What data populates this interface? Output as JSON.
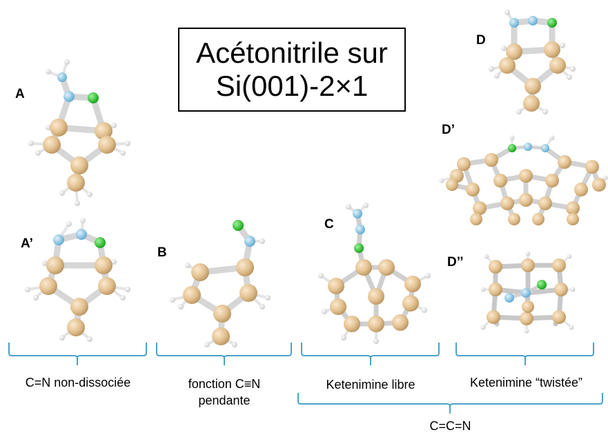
{
  "title": {
    "line1": "Acétonitrile sur",
    "line2": "Si(001)-2×1"
  },
  "labels": {
    "A": "A",
    "A_prime": "A’",
    "B": "B",
    "C": "C",
    "D": "D",
    "D_prime": "D’",
    "D_dprime": "D’’"
  },
  "captions": {
    "group1": "C=N non-dissociée",
    "group2_line1": "fonction C≡N",
    "group2_line2": "pendante",
    "group3": "Ketenimine libre",
    "group4": "Ketenimine “twistée”",
    "group34": "C=C=N"
  },
  "colors": {
    "silicon": "#e3c394",
    "hydrogen": "#eeeeee",
    "nitrogen": "#8cc8e6",
    "carbon_green": "#22cc22",
    "bond": "#d8d8d8",
    "bracket": "#4aa3c8"
  }
}
